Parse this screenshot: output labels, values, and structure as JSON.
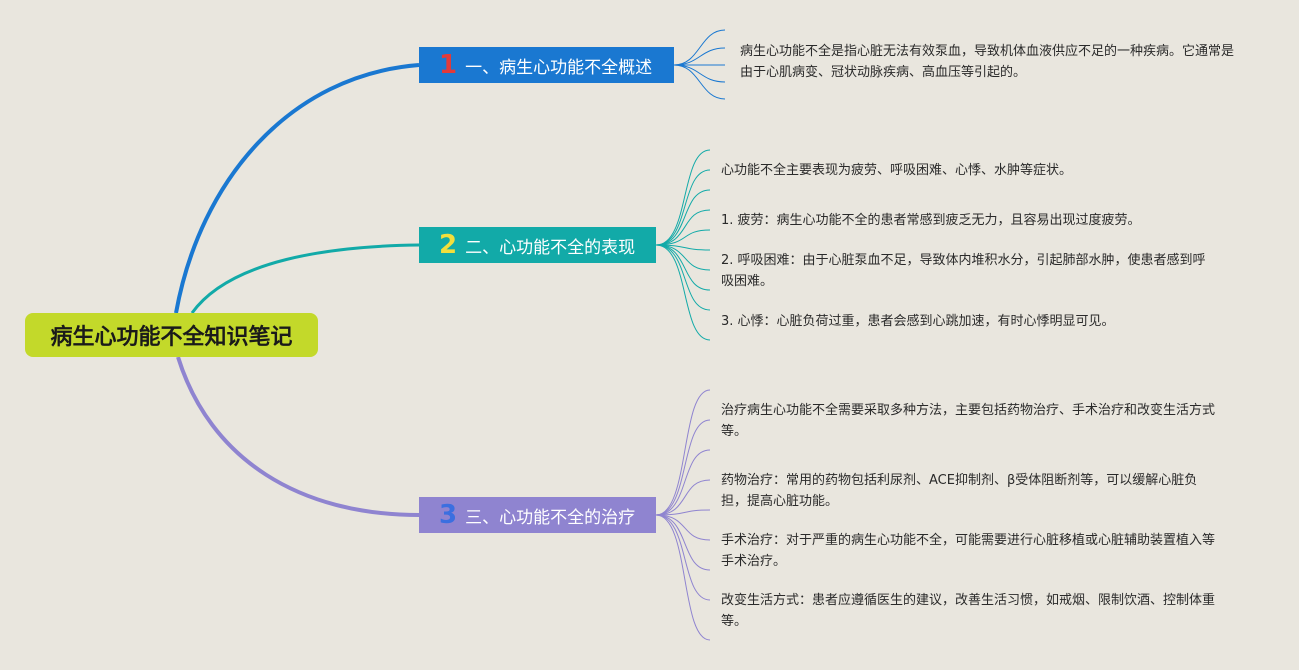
{
  "root": {
    "title": "病生心功能不全知识笔记"
  },
  "branches": [
    {
      "num": "1",
      "title": "一、病生心功能不全概述",
      "leaves": [
        "病生心功能不全是指心脏无法有效泵血，导致机体血液供应不足的一种疾病。它通常是由于心肌病变、冠状动脉疾病、高血压等引起的。"
      ]
    },
    {
      "num": "2",
      "title": "二、心功能不全的表现",
      "leaves": [
        "心功能不全主要表现为疲劳、呼吸困难、心悸、水肿等症状。",
        "1. 疲劳：病生心功能不全的患者常感到疲乏无力，且容易出现过度疲劳。",
        "2. 呼吸困难：由于心脏泵血不足，导致体内堆积水分，引起肺部水肿，使患者感到呼吸困难。",
        "3. 心悸：心脏负荷过重，患者会感到心跳加速，有时心悸明显可见。"
      ]
    },
    {
      "num": "3",
      "title": "三、心功能不全的治疗",
      "leaves": [
        "治疗病生心功能不全需要采取多种方法，主要包括药物治疗、手术治疗和改变生活方式等。",
        "药物治疗：常用的药物包括利尿剂、ACE抑制剂、β受体阻断剂等，可以缓解心脏负担，提高心脏功能。",
        "手术治疗：对于严重的病生心功能不全，可能需要进行心脏移植或心脏辅助装置植入等手术治疗。",
        "改变生活方式：患者应遵循医生的建议，改善生活习惯，如戒烟、限制饮酒、控制体重等。"
      ]
    }
  ],
  "colors": {
    "background": "#e9e6de",
    "root": "#c3d92a",
    "branch1": "#1a78d1",
    "branch2": "#12aaa8",
    "branch3": "#8f84d0"
  }
}
